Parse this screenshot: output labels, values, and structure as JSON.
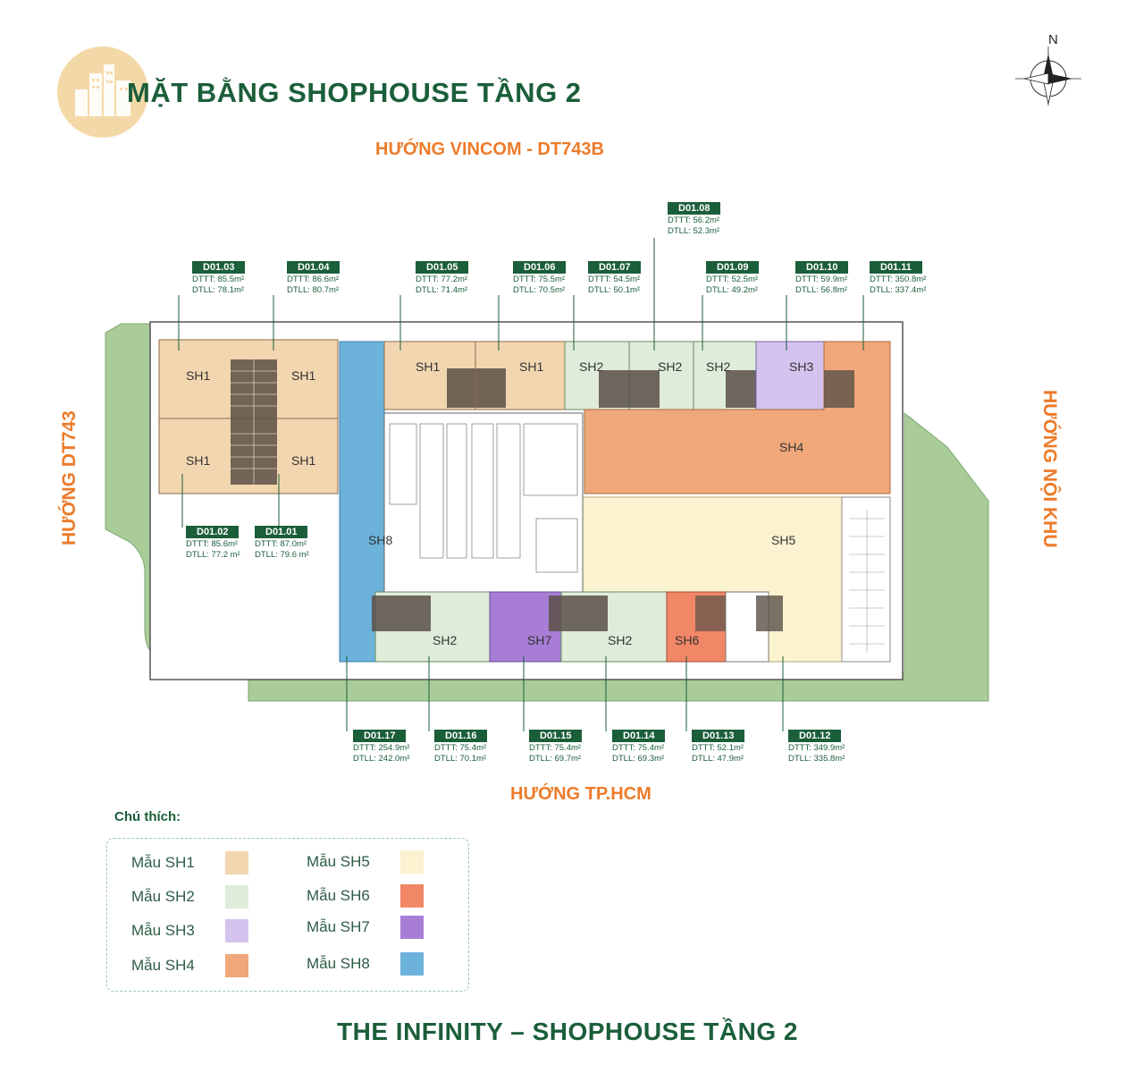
{
  "title": "MẶT BẰNG SHOPHOUSE TẦNG 2",
  "footer": "THE INFINITY – SHOPHOUSE TẦNG 2",
  "compass_letter": "N",
  "directions": {
    "top": "HƯỚNG VINCOM - DT743B",
    "bottom": "HƯỚNG TP.HCM",
    "left": "HƯỚNG DT743",
    "right": "HƯỚNG NỘI KHU"
  },
  "colors": {
    "SH1": "#f2d6b0",
    "SH2": "#dfecd9",
    "SH3": "#d3c3ee",
    "SH4": "#f0a87a",
    "SH5": "#fbf2cf",
    "SH6": "#f18766",
    "SH7": "#a77dd5",
    "SH8": "#6cb2db",
    "green_area": "#a9cc98",
    "brand": "#1b5e3a",
    "accent": "#ec7b2a"
  },
  "shop_labels": {
    "sh1_a": "SH1",
    "sh1_b": "SH1",
    "sh1_c": "SH1",
    "sh1_d": "SH1",
    "sh1_e": "SH1",
    "sh1_f": "SH1",
    "sh2_a": "SH2",
    "sh2_b": "SH2",
    "sh2_c": "SH2",
    "sh2_d": "SH2",
    "sh2_e": "SH2",
    "sh3": "SH3",
    "sh4": "SH4",
    "sh5": "SH5",
    "sh6": "SH6",
    "sh7": "SH7",
    "sh8": "SH8"
  },
  "units": [
    {
      "code": "D01.01",
      "dttt": "DTTT: 87.0m²",
      "dtll": "DTLL: 79.6 m²"
    },
    {
      "code": "D01.02",
      "dttt": "DTTT: 85.6m²",
      "dtll": "DTLL: 77.2 m²"
    },
    {
      "code": "D01.03",
      "dttt": "DTTT: 85.5m²",
      "dtll": "DTLL: 78.1m²"
    },
    {
      "code": "D01.04",
      "dttt": "DTTT: 86.6m²",
      "dtll": "DTLL: 80.7m²"
    },
    {
      "code": "D01.05",
      "dttt": "DTTT: 77.2m²",
      "dtll": "DTLL: 71.4m²"
    },
    {
      "code": "D01.06",
      "dttt": "DTTT: 75.5m²",
      "dtll": "DTLL: 70.5m²"
    },
    {
      "code": "D01.07",
      "dttt": "DTTT: 54.5m²",
      "dtll": "DTLL: 50.1m²"
    },
    {
      "code": "D01.08",
      "dttt": "DTTT: 56.2m²",
      "dtll": "DTLL: 52.3m²"
    },
    {
      "code": "D01.09",
      "dttt": "DTTT: 52.5m²",
      "dtll": "DTLL: 49.2m²"
    },
    {
      "code": "D01.10",
      "dttt": "DTTT: 59.9m²",
      "dtll": "DTLL: 56.8m²"
    },
    {
      "code": "D01.11",
      "dttt": "DTTT: 350.8m²",
      "dtll": "DTLL: 337.4m²"
    },
    {
      "code": "D01.12",
      "dttt": "DTTT: 349.9m²",
      "dtll": "DTLL: 335.8m²"
    },
    {
      "code": "D01.13",
      "dttt": "DTTT: 52.1m²",
      "dtll": "DTLL: 47.9m²"
    },
    {
      "code": "D01.14",
      "dttt": "DTTT: 75.4m²",
      "dtll": "DTLL: 69.3m²"
    },
    {
      "code": "D01.15",
      "dttt": "DTTT: 75.4m²",
      "dtll": "DTLL: 69.7m²"
    },
    {
      "code": "D01.16",
      "dttt": "DTTT: 75.4m²",
      "dtll": "DTLL: 70.1m²"
    },
    {
      "code": "D01.17",
      "dttt": "DTTT: 254.9m²",
      "dtll": "DTLL: 242.0m²"
    }
  ],
  "legend": {
    "title": "Chú thích:",
    "items": [
      {
        "label": "Mẫu SH1",
        "color": "#f2d6b0"
      },
      {
        "label": "Mẫu SH2",
        "color": "#dfecd9"
      },
      {
        "label": "Mẫu SH3",
        "color": "#d3c3ee"
      },
      {
        "label": "Mẫu SH4",
        "color": "#f0a87a"
      },
      {
        "label": "Mẫu SH5",
        "color": "#fbf2cf"
      },
      {
        "label": "Mẫu SH6",
        "color": "#f18766"
      },
      {
        "label": "Mẫu SH7",
        "color": "#a77dd5"
      },
      {
        "label": "Mẫu SH8",
        "color": "#6cb2db"
      }
    ]
  }
}
